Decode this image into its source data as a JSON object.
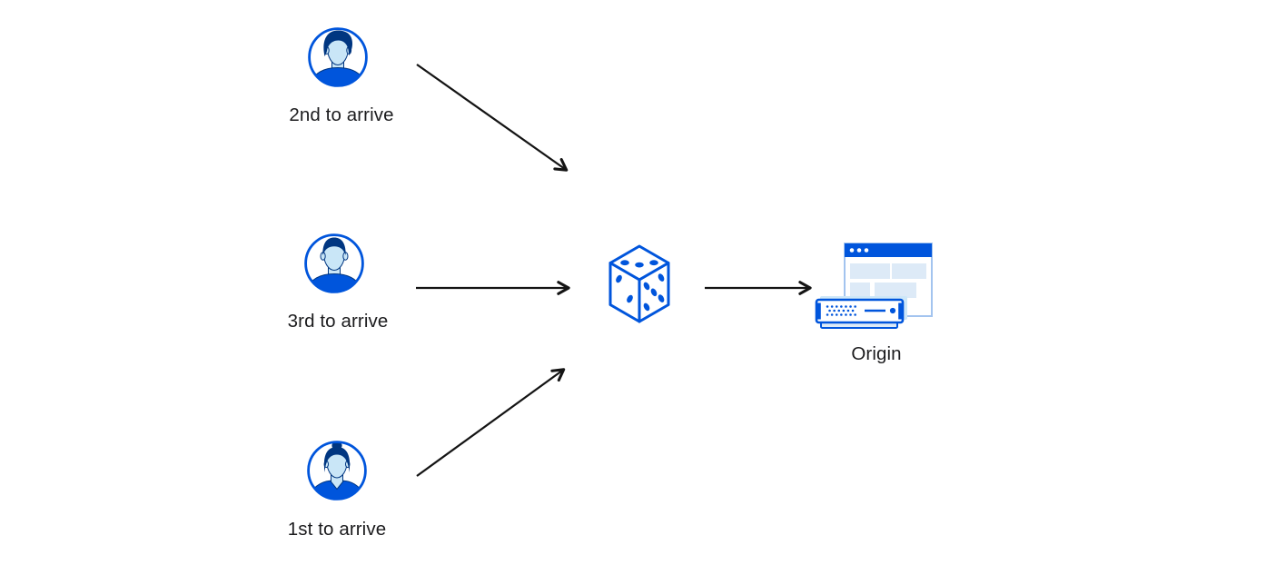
{
  "diagram": {
    "users": [
      {
        "label": "2nd to arrive",
        "icon": "avatar-man-swept-hair-icon"
      },
      {
        "label": "3rd to arrive",
        "icon": "avatar-man-short-hair-icon"
      },
      {
        "label": "1st to arrive",
        "icon": "avatar-woman-bun-icon"
      }
    ],
    "dice": {
      "icon": "dice-icon",
      "top_face_pips": 3,
      "left_face_pips": 2,
      "right_face_pips": 5
    },
    "origin": {
      "label": "Origin",
      "icon": "origin-server-browser-icon"
    },
    "connections": [
      {
        "from": "2nd to arrive",
        "to": "dice"
      },
      {
        "from": "3rd to arrive",
        "to": "dice"
      },
      {
        "from": "1st to arrive",
        "to": "dice"
      },
      {
        "from": "dice",
        "to": "Origin"
      }
    ],
    "colors": {
      "background": "#ffffff",
      "primary_blue": "#0055dc",
      "dark_navy": "#003681",
      "skin_light_blue": "#c9e6f7",
      "pale_blue": "#ddeaf7",
      "shadow_blue": "#cde7f8",
      "window_border": "#a3c4ef",
      "arrow_black": "#141414",
      "text": "#1c1c1e"
    }
  }
}
